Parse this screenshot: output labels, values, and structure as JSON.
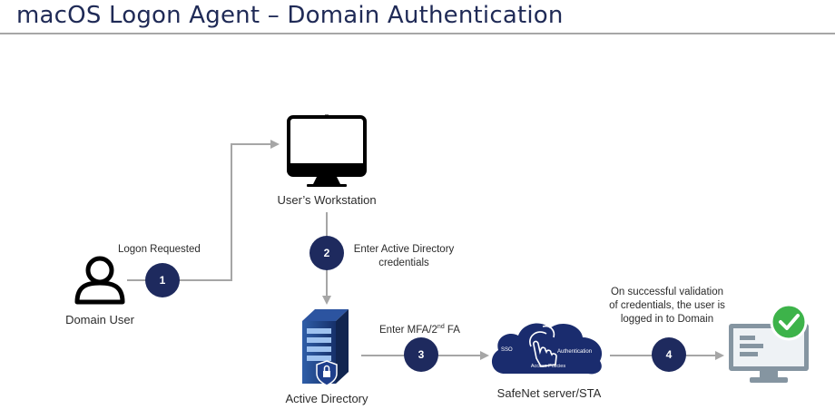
{
  "title": "macOS Logon Agent – Domain Authentication",
  "nodes": {
    "user": "Domain User",
    "workstation": "User’s Workstation",
    "ad": "Active Directory",
    "safenet": "SafeNet server/STA",
    "cloud_sso": "SSO",
    "cloud_auth": "Authentication",
    "cloud_policies": "Access Policies"
  },
  "steps": [
    {
      "number": "1",
      "text": "Logon Requested"
    },
    {
      "number": "2",
      "line1": "Enter Active Directory",
      "line2": "credentials"
    },
    {
      "number": "3",
      "text": "Enter MFA/2",
      "sup": "nd",
      "suffix": " FA"
    },
    {
      "number": "4",
      "line1": "On successful validation",
      "line2": "of credentials, the user is",
      "line3": "logged in to Domain"
    }
  ],
  "colors": {
    "title": "#1f2a56",
    "badge": "#1e2a5e",
    "arrow": "#a6a6a6",
    "cloud": "#1a2c6e",
    "server": "#1e3a78",
    "monitor_gray": "#8595a1",
    "check_green": "#3db34a"
  }
}
